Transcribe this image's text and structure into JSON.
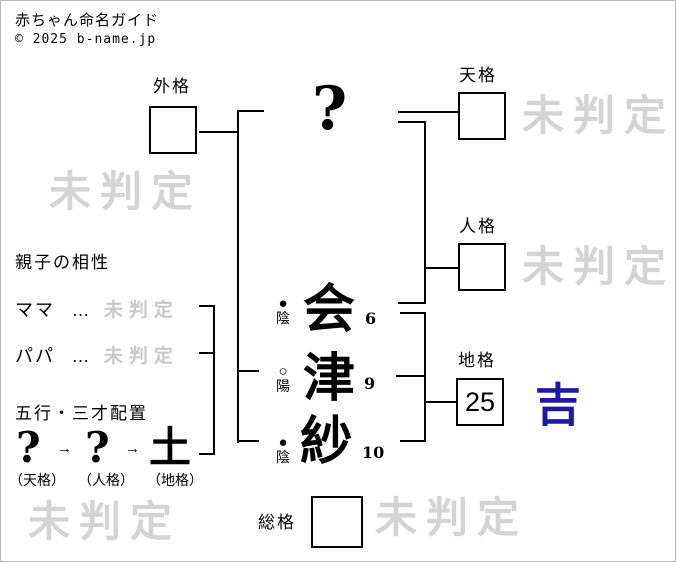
{
  "header": {
    "title": "赤ちゃん命名ガイド",
    "copyright": "© 2025 b-name.jp"
  },
  "surname": {
    "placeholder": "?"
  },
  "name": {
    "chars": [
      {
        "char": "会",
        "strokes": "6",
        "inyo_symbol": "●",
        "inyo_label": "陰"
      },
      {
        "char": "津",
        "strokes": "9",
        "inyo_symbol": "○",
        "inyo_label": "陽"
      },
      {
        "char": "紗",
        "strokes": "10",
        "inyo_symbol": "●",
        "inyo_label": "陰"
      }
    ]
  },
  "kaku": {
    "gaikaku": {
      "label": "外格",
      "value": "",
      "status": "未判定"
    },
    "tenkaku": {
      "label": "天格",
      "value": "",
      "status": "未判定"
    },
    "jinkaku": {
      "label": "人格",
      "value": "",
      "status": "未判定"
    },
    "chikaku": {
      "label": "地格",
      "value": "25",
      "status": "吉"
    },
    "soukaku": {
      "label": "総格",
      "value": "",
      "status": "未判定"
    }
  },
  "sansai": {
    "status": "未判定"
  },
  "compatibility": {
    "heading": "親子の相性",
    "rows": [
      {
        "label": "ママ",
        "dots": "…",
        "status": "未判定"
      },
      {
        "label": "パパ",
        "dots": "…",
        "status": "未判定"
      }
    ]
  },
  "gogyo": {
    "heading": "五行・三才配置",
    "arrow": "→",
    "elements": [
      {
        "value": "?",
        "kaku": "（天格）"
      },
      {
        "value": "?",
        "kaku": "（人格）"
      },
      {
        "value": "土",
        "kaku": "（地格）"
      }
    ]
  },
  "colors": {
    "watermark": "#d4d4d4",
    "status_undetermined": "#c9c9c9",
    "status_good": "#1c1c9c",
    "line": "#000000"
  }
}
